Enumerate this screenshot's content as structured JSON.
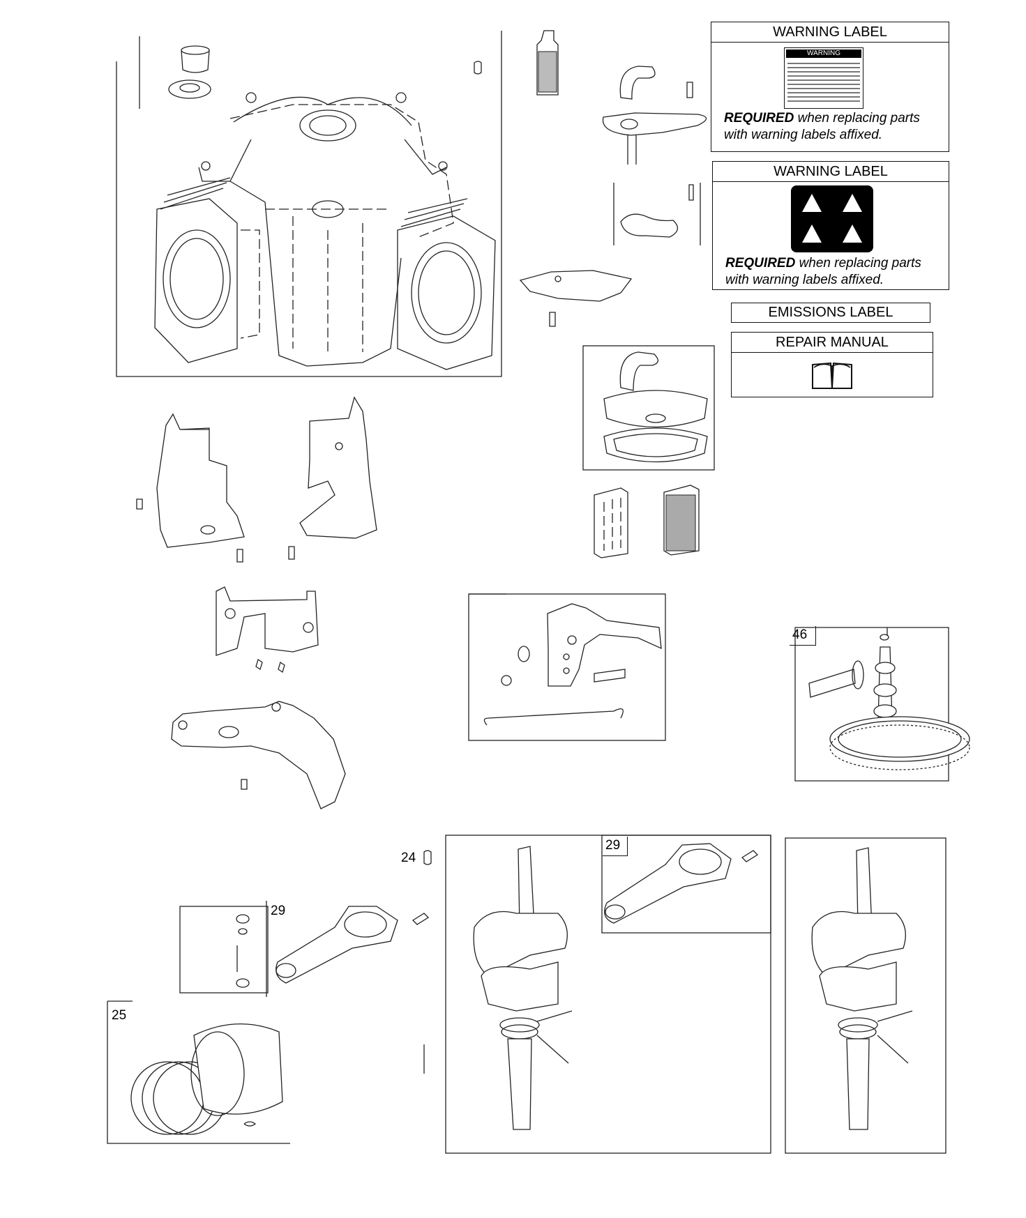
{
  "labels": {
    "warning_label_1": {
      "title": "WARNING LABEL",
      "required_bold": "REQUIRED",
      "required_rest": " when replacing parts with warning labels affixed."
    },
    "warning_label_2": {
      "title": "WARNING LABEL",
      "required_bold": "REQUIRED",
      "required_rest": " when replacing parts with warning labels affixed."
    },
    "emissions_label": "EMISSIONS LABEL",
    "repair_manual": "REPAIR MANUAL",
    "warning_decal_text": "WARNING"
  },
  "callouts": {
    "camshaft": "46",
    "connecting_rod_right": "29",
    "connecting_rod_left": "29",
    "piston": "25",
    "pin": "24"
  },
  "icons": {
    "book": "repair-manual-book-icon",
    "hazard": "hazard-triangles-icon"
  }
}
